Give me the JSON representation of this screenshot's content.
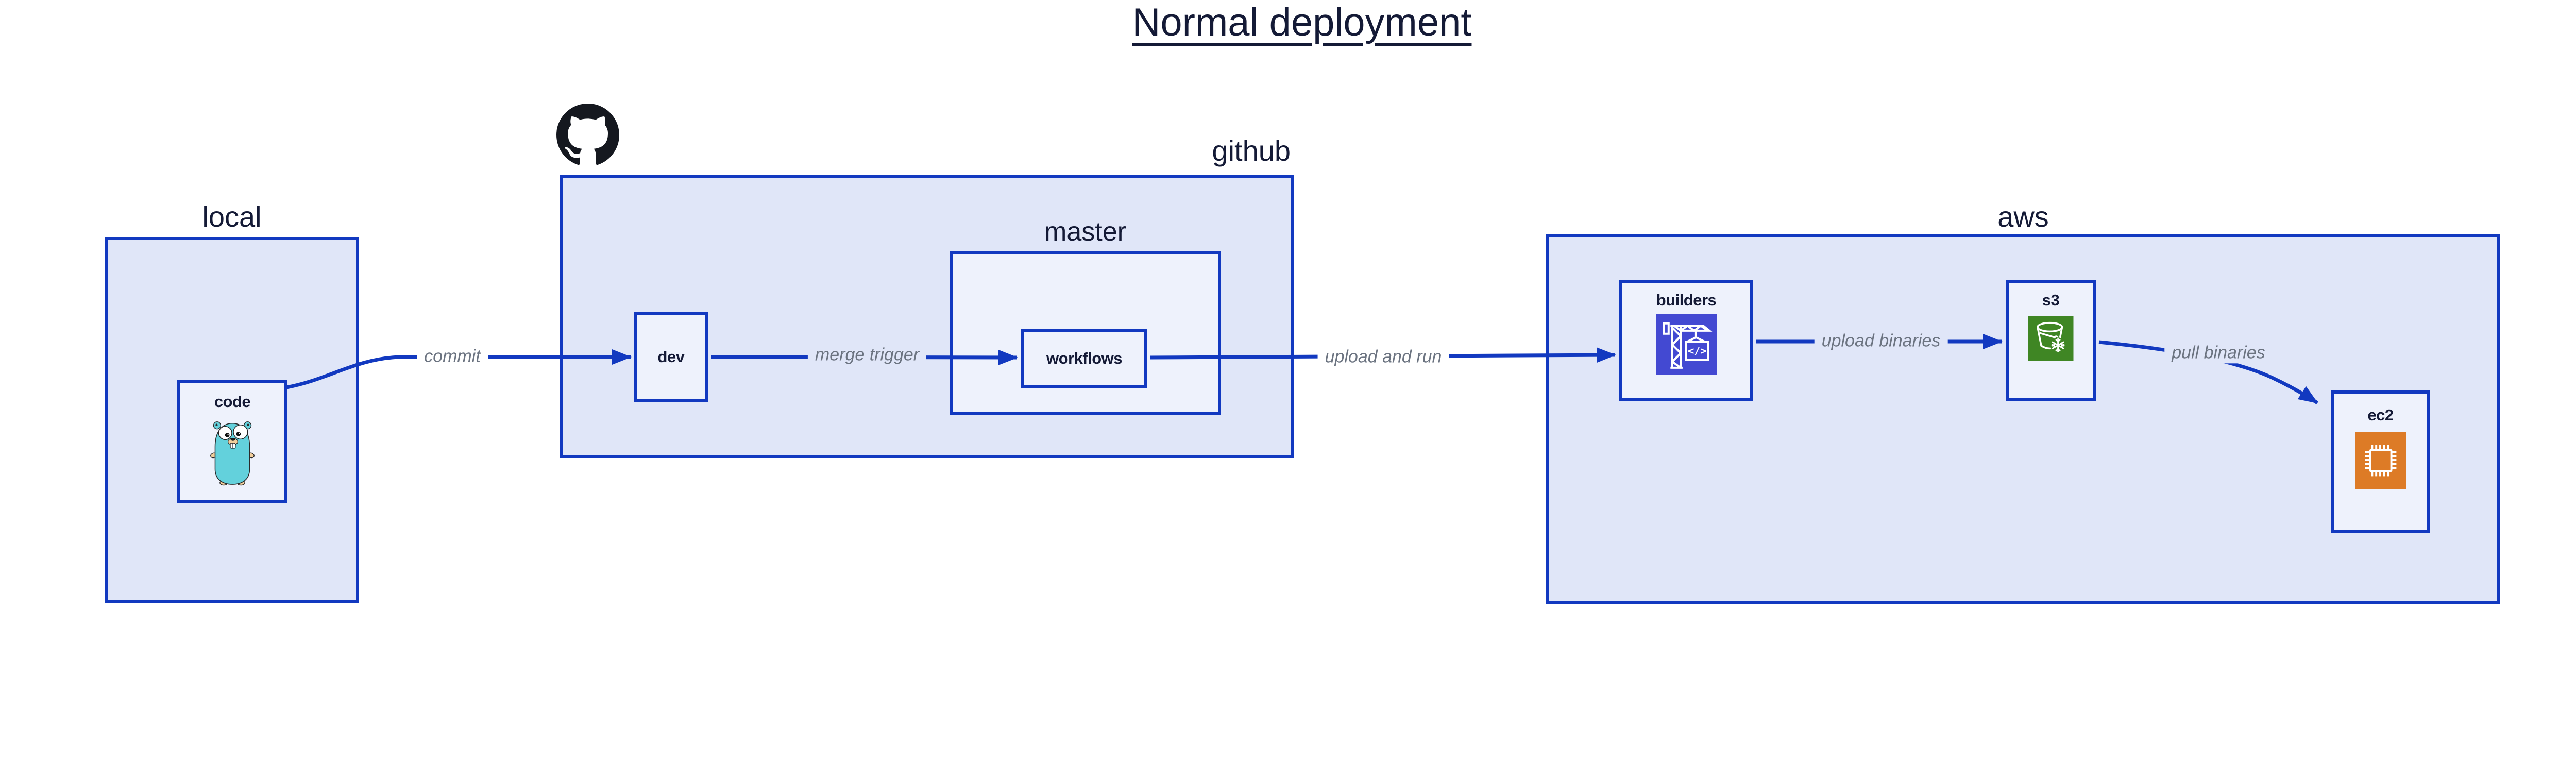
{
  "diagram_title": "Normal deployment",
  "groups": {
    "local": {
      "label": "local"
    },
    "github": {
      "label": "github"
    },
    "master": {
      "label": "master"
    },
    "aws": {
      "label": "aws"
    }
  },
  "nodes": {
    "code": {
      "label": "code",
      "icon": "go-gopher"
    },
    "dev": {
      "label": "dev"
    },
    "workflows": {
      "label": "workflows"
    },
    "builders": {
      "label": "builders",
      "icon": "aws-codebuild-crane"
    },
    "s3": {
      "label": "s3",
      "icon": "aws-s3-glacier-bucket"
    },
    "ec2": {
      "label": "ec2",
      "icon": "aws-ec2-chip"
    }
  },
  "edges": [
    {
      "from": "code",
      "to": "dev",
      "label": "commit"
    },
    {
      "from": "dev",
      "to": "workflows",
      "label": "merge trigger"
    },
    {
      "from": "workflows",
      "to": "builders",
      "label": "upload and run"
    },
    {
      "from": "builders",
      "to": "s3",
      "label": "upload binaries"
    },
    {
      "from": "s3",
      "to": "ec2",
      "label": "pull binaries"
    }
  ],
  "icons": {
    "github_mark": "octocat",
    "codebuild_glyph": "</>"
  },
  "colors": {
    "canvas": "#ffffff",
    "outline_blue": "#1239c0",
    "group_fill": "#e0e6f8",
    "node_fill": "#eef2fc",
    "text_dark": "#141a36",
    "edge_label_gray": "#6b7380",
    "codebuild_purple": "#4349d2",
    "glacier_green": "#3f8624",
    "ec2_orange": "#dd7b26",
    "gopher_teal": "#63d1dc",
    "octocat_black": "#15181f"
  }
}
